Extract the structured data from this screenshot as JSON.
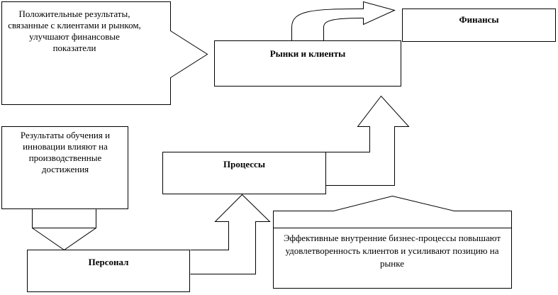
{
  "boxes": {
    "finance": "Финансы",
    "markets": "Рынки и клиенты",
    "processes": "Процессы",
    "personnel": "Персонал"
  },
  "notes": {
    "market_results": "Положительные результаты, связанные с клиентами  и рынком, улучшают финансовые показатели",
    "learning_results": "Результаты обучения и инновации влияют на производственные достижения",
    "internal_processes": "Эффективные внутренние бизнес-процессы повышают удовлетворенность клиентов и усиливают позицию на рынке"
  }
}
